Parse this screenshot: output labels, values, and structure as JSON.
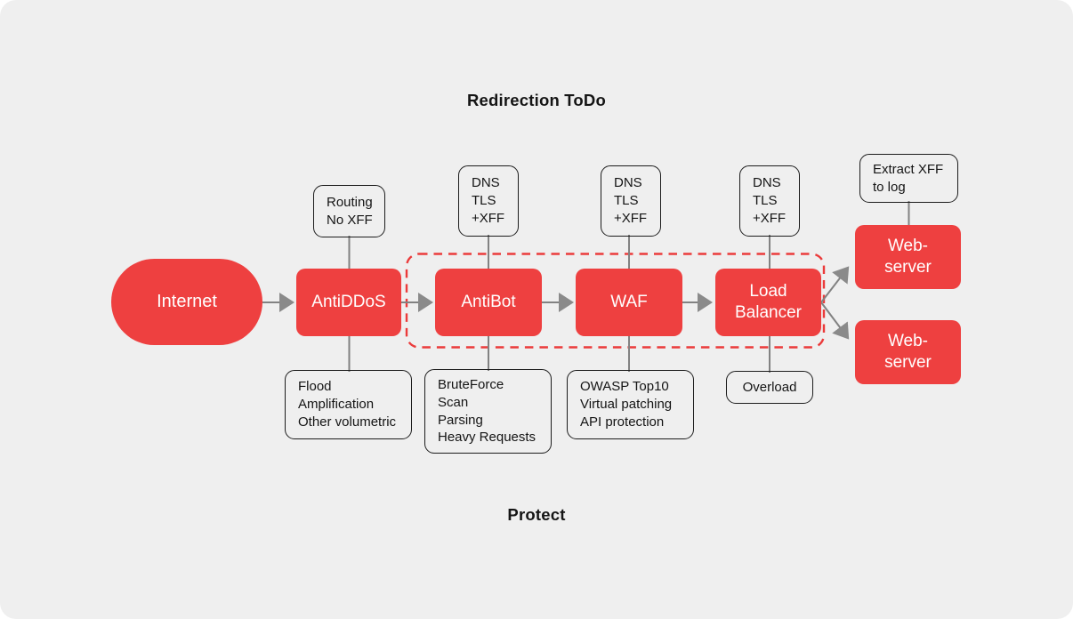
{
  "titles": {
    "top": "Redirection ToDo",
    "bottom": "Protect"
  },
  "colors": {
    "background": "#efefef",
    "accent_red": "#ee4040",
    "dashed_border_red": "#eb3b3b",
    "connector_gray": "#828282",
    "text_dark": "#151515",
    "node_text": "#ffffff"
  },
  "nodes": {
    "internet": {
      "label": "Internet"
    },
    "antiddos": {
      "label": "AntiDDoS"
    },
    "antibot": {
      "label": "AntiBot"
    },
    "waf": {
      "label": "WAF"
    },
    "load_balancer": {
      "label": "Load\nBalancer"
    },
    "web_server_top": {
      "label": "Web-\nserver"
    },
    "web_server_bottom": {
      "label": "Web-\nserver"
    }
  },
  "notes": {
    "routing": {
      "label": "Routing\nNo XFF"
    },
    "dns_antibot": {
      "label": "DNS\nTLS\n+XFF"
    },
    "dns_waf": {
      "label": "DNS\nTLS\n+XFF"
    },
    "dns_load_balancer": {
      "label": "DNS\nTLS\n+XFF"
    },
    "extract_xff": {
      "label": "Extract XFF\nto log"
    },
    "flood": {
      "label": "Flood\nAmplification\nOther volumetric"
    },
    "bruteforce": {
      "label": "BruteForce\nScan\nParsing\nHeavy Requests"
    },
    "owasp": {
      "label": "OWASP Top10\nVirtual patching\nAPI protection"
    },
    "overload": {
      "label": "Overload"
    }
  },
  "dashed_group": {
    "members": [
      "antibot",
      "waf",
      "load_balancer"
    ]
  },
  "edges": [
    {
      "from": "internet",
      "to": "antiddos",
      "type": "arrow"
    },
    {
      "from": "antiddos",
      "to": "antibot",
      "type": "arrow"
    },
    {
      "from": "antibot",
      "to": "waf",
      "type": "arrow"
    },
    {
      "from": "waf",
      "to": "load_balancer",
      "type": "arrow"
    },
    {
      "from": "load_balancer",
      "to": "web_server_top",
      "type": "arrow"
    },
    {
      "from": "load_balancer",
      "to": "web_server_bottom",
      "type": "arrow"
    },
    {
      "from": "routing",
      "to": "antiddos",
      "type": "line"
    },
    {
      "from": "dns_antibot",
      "to": "antibot",
      "type": "line"
    },
    {
      "from": "dns_waf",
      "to": "waf",
      "type": "line"
    },
    {
      "from": "dns_load_balancer",
      "to": "load_balancer",
      "type": "line"
    },
    {
      "from": "extract_xff",
      "to": "web_server_top",
      "type": "line"
    },
    {
      "from": "antiddos",
      "to": "flood",
      "type": "line"
    },
    {
      "from": "antibot",
      "to": "bruteforce",
      "type": "line"
    },
    {
      "from": "waf",
      "to": "owasp",
      "type": "line"
    },
    {
      "from": "load_balancer",
      "to": "overload",
      "type": "line"
    }
  ]
}
